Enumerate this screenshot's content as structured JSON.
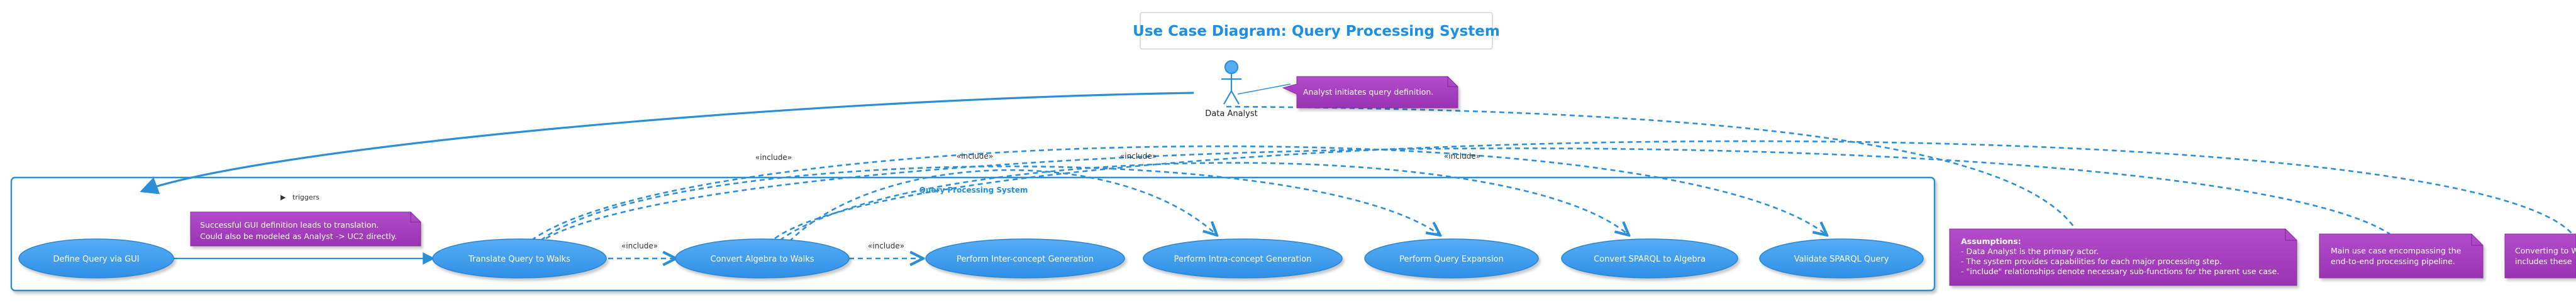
{
  "title": "Use Case Diagram: Query Processing System",
  "actor": {
    "name": "Data Analyst"
  },
  "boundary": {
    "label": "Query Processing System"
  },
  "use_cases": [
    {
      "id": "uc1",
      "label": "Define Query via GUI"
    },
    {
      "id": "uc2",
      "label": "Translate Query to Walks"
    },
    {
      "id": "uc3",
      "label": "Convert Algebra to Walks"
    },
    {
      "id": "uc4",
      "label": "Perform Inter-concept Generation"
    },
    {
      "id": "uc5",
      "label": "Perform Intra-concept Generation"
    },
    {
      "id": "uc6",
      "label": "Perform Query Expansion"
    },
    {
      "id": "uc7",
      "label": "Convert SPARQL to Algebra"
    },
    {
      "id": "uc8",
      "label": "Validate SPARQL Query"
    }
  ],
  "relations": {
    "triggers": "triggers",
    "triggers_arrow": "▶",
    "include": "«include»"
  },
  "notes": {
    "actor_note": "Analyst initiates query definition.",
    "gui_note": [
      "Successful GUI definition leads to translation.",
      "Could also be modeled as Analyst -> UC2 directly."
    ],
    "assumptions_title": "Assumptions:",
    "assumptions": [
      "- Data Analyst is the primary actor.",
      "- The system provides capabilities for each major processing step.",
      "- \"include\" relationships denote necessary sub-functions for the parent use case."
    ],
    "pipeline_note": [
      "Main use case encompassing the",
      "end-to-end processing pipeline."
    ],
    "edge_note": [
      "Converting to W",
      "includes these"
    ]
  },
  "colors": {
    "title": "#1a8fe3",
    "accent": "#2a8fd6",
    "usecase_fill": "#3d9ff0",
    "note_fill": "#a73bbf"
  }
}
